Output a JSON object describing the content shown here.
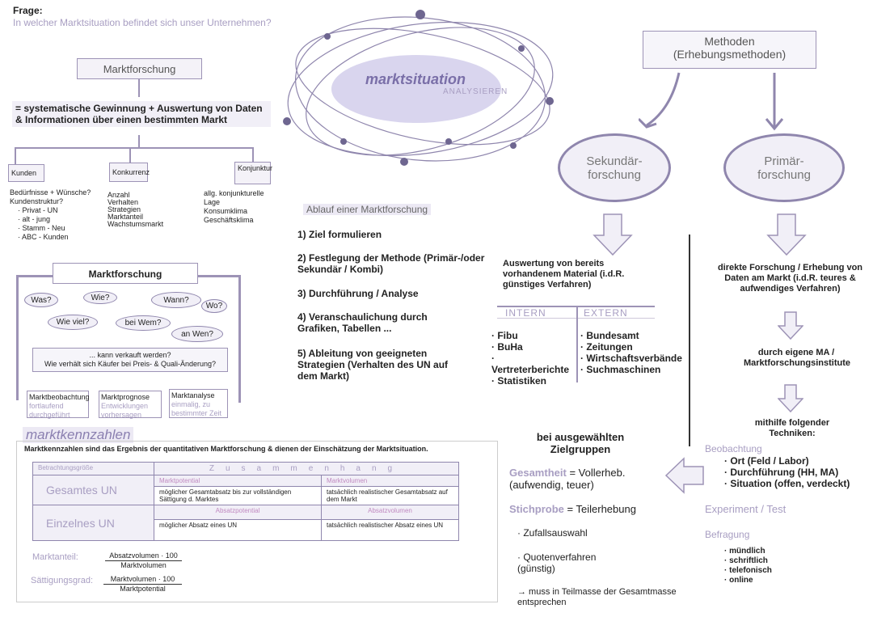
{
  "question": {
    "label": "Frage:",
    "text": "In welcher Marktsituation befindet sich unser Unternehmen?"
  },
  "mf_title": "Marktforschung",
  "definition": "= systematische Gewinnung + Auswertung von Daten & Informationen über einen bestimmten Markt",
  "tree": [
    {
      "title": "Kunden",
      "items": [
        "Bedürfnisse + Wünsche?",
        "Kundenstruktur?",
        "· Privat - UN",
        "· alt - jung",
        "· Stamm - Neu",
        "· ABC - Kunden"
      ]
    },
    {
      "title": "Konkurrenz",
      "items": [
        "Anzahl",
        "Verhalten",
        "Strategien",
        "Marktanteil",
        "Wachstumsmarkt"
      ]
    },
    {
      "title": "Konjunktur",
      "items": [
        "allg. konjunkturelle Lage",
        "Konsumklima",
        "Geschäftsklima"
      ]
    }
  ],
  "mf_panel": {
    "title": "Marktforschung",
    "questions": [
      "Was?",
      "Wie?",
      "Wann?",
      "Wo?",
      "Wie viel?",
      "bei Wem?",
      "an Wen?"
    ],
    "note_line1": "... kann verkauft werden?",
    "note_line2": "Wie verhält sich Käufer bei Preis- & Quali-Änderung?",
    "steps": [
      {
        "title": "Marktbeobachtung",
        "desc": "fortlaufend durchgeführt"
      },
      {
        "title": "Marktprognose",
        "desc": "Entwicklungen vorhersagen"
      },
      {
        "title": "Marktanalyse",
        "desc": "einmalig, zu bestimmter Zeit"
      }
    ]
  },
  "kennzahlen": {
    "title": "marktkennzahlen",
    "intro": "Marktkennzahlen sind das Ergebnis der quantitativen Marktforschung & dienen der Einschätzung der Marktsituation.",
    "col1": "Betrachtungsgröße",
    "col2": "Zusammenhang",
    "rows": [
      {
        "label": "Gesamtes UN",
        "h1": "Marktpotential",
        "d1": "möglicher Gesamtabsatz bis zur vollständigen Sättigung d. Marktes",
        "h2": "Marktvolumen",
        "d2": "tatsächlich realistischer Gesamtabsatz auf dem Markt"
      },
      {
        "label": "Einzelnes UN",
        "h1": "Absatzpotential",
        "d1": "möglicher Absatz eines UN",
        "h2": "Absatzvolumen",
        "d2": "tatsächlich realistischer Absatz eines UN"
      }
    ],
    "formulas": [
      {
        "label": "Marktanteil:",
        "num": "Absatzvolumen · 100",
        "den": "Marktvolumen"
      },
      {
        "label": "Sättigungsgrad:",
        "num": "Marktvolumen · 100",
        "den": "Marktpotential"
      }
    ]
  },
  "center": {
    "title": "marktsituation",
    "subtitle": "ANALYSIEREN"
  },
  "ablauf": {
    "title": "Ablauf einer Marktforschung",
    "steps": [
      "1) Ziel formulieren",
      "2) Festlegung der Methode (Primär-/oder Sekundär / Kombi)",
      "3) Durchführung / Analyse",
      "4) Veranschaulichung durch Grafiken, Tabellen ...",
      "5) Ableitung von geeigneten Strategien (Verhalten des UN auf dem Markt)"
    ]
  },
  "methoden": "Methoden (Erhebungsmethoden)",
  "sekundaer": {
    "title": "Sekundär-forschung",
    "desc": "Auswertung von bereits vorhandenem Material (i.d.R. günstiges Verfahren)",
    "intern_h": "INTERN",
    "extern_h": "EXTERN",
    "intern": [
      "· Fibu",
      "· BuHa",
      "· Vertreterberichte",
      "· Statistiken"
    ],
    "extern": [
      "· Bundesamt",
      "· Zeitungen",
      "· Wirtschaftsverbände",
      "· Suchmaschinen"
    ]
  },
  "primaer": {
    "title": "Primär-forschung",
    "desc": "direkte Forschung / Erhebung von Daten am Markt (i.d.R. teures & aufwendiges Verfahren)",
    "who": "durch eigene MA / Marktforschungsinstitute",
    "techniques": "mithilfe folgender Techniken:",
    "beob": "Beobachtung",
    "beob_items": [
      "· Ort (Feld / Labor)",
      "· Durchführung (HH, MA)",
      "· Situation (offen, verdeckt)"
    ],
    "exp": "Experiment / Test",
    "bef": "Befragung",
    "bef_items": [
      "· mündlich",
      "· schriftlich",
      "· telefonisch",
      "· online"
    ]
  },
  "erhebung": {
    "target": "bei ausgewählten Zielgruppen",
    "g_label": "Gesamtheit",
    "g_text": "= Vollerheb. (aufwendig, teuer)",
    "s_label": "Stichprobe",
    "s_text": "= Teilerhebung",
    "items": [
      "· Zufallsauswahl",
      "· Quotenverfahren (günstig)"
    ],
    "note": "→ muss in Teilmasse der Gesamtmasse entsprechen"
  },
  "colors": {
    "accent": "#9d93b6",
    "fill": "#f1eff7",
    "pink": "#c08ac0"
  }
}
